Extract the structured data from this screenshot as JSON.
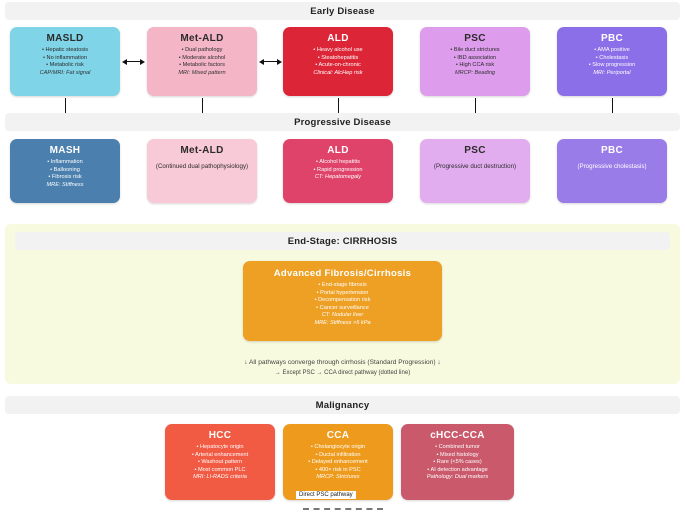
{
  "sections": {
    "early": "Early Disease",
    "progressive": "Progressive Disease",
    "cirrhosis": "End-Stage: CIRRHOSIS",
    "malignancy": "Malignancy"
  },
  "colors": {
    "band_bg": "#f2f2f2",
    "cirrhosis_panel_bg": "#f7fade",
    "masld": "#7fd4e8",
    "met_ald": "#f4b6c6",
    "ald": "#dc2638",
    "psc": "#dd9cec",
    "pbc": "#8b6fe8",
    "mash": "#4a7fae",
    "met_ald_prog": "#f8c9d6",
    "ald_prog": "#e0436a",
    "psc_prog": "#e2ade f",
    "pbc_prog": "#9a7ce8",
    "advanced_fibrosis": "#eda024",
    "hcc": "#f15a43",
    "cca": "#ee9a1c",
    "chcc_cca": "#c9596b"
  },
  "early_row": [
    {
      "id": "masld",
      "title": "MASLD",
      "bullets": [
        "• Hepatic steatosis",
        "• No inflammation",
        "• Metabolic risk"
      ],
      "note": "CAP/MRI: Fat signal",
      "text_tone": "dark"
    },
    {
      "id": "met-ald",
      "title": "Met-ALD",
      "bullets": [
        "• Dual pathology",
        "• Moderate alcohol",
        "• Metabolic factors"
      ],
      "note": "MRI: Mixed pattern",
      "text_tone": "dark"
    },
    {
      "id": "ald",
      "title": "ALD",
      "bullets": [
        "• Heavy alcohol use",
        "• Steatohepatitis",
        "• Acute-on-chronic"
      ],
      "note": "Clinical: AlcHep risk",
      "text_tone": "light"
    },
    {
      "id": "psc",
      "title": "PSC",
      "bullets": [
        "• Bile duct strictures",
        "• IBD association",
        "• High CCA risk"
      ],
      "note": "MRCP: Beading",
      "text_tone": "dark"
    },
    {
      "id": "pbc",
      "title": "PBC",
      "bullets": [
        "• AMA positive",
        "• Cholestasis",
        "• Slow progression"
      ],
      "note": "MRI: Periportal",
      "text_tone": "light"
    }
  ],
  "progressive_row": [
    {
      "id": "mash",
      "title": "MASH",
      "bullets": [
        "• Inflammation",
        "• Ballooning",
        "• Fibrosis risk"
      ],
      "note": "MRE: Stiffness",
      "sub": "",
      "text_tone": "light"
    },
    {
      "id": "met-ald-prog",
      "title": "Met-ALD",
      "bullets": [],
      "note": "",
      "sub": "(Continued dual pathophysiology)",
      "text_tone": "dark"
    },
    {
      "id": "ald-prog",
      "title": "ALD",
      "bullets": [
        "• Alcohol hepatitis",
        "• Rapid progression"
      ],
      "note": "CT: Hepatomegaly",
      "sub": "",
      "text_tone": "light"
    },
    {
      "id": "psc-prog",
      "title": "PSC",
      "bullets": [],
      "note": "",
      "sub": "(Progressive duct destruction)",
      "text_tone": "dark"
    },
    {
      "id": "pbc-prog",
      "title": "PBC",
      "bullets": [],
      "note": "",
      "sub": "(Progressive cholestasis)",
      "text_tone": "light"
    }
  ],
  "cirrhosis_box": {
    "title": "Advanced Fibrosis/Cirrhosis",
    "bullets": [
      "• End-stage fibrosis",
      "• Portal hypertension",
      "• Decompensation risk",
      "• Cancer surveillance"
    ],
    "notes": [
      "CT: Nodular liver",
      "MRE: Stiffness >5 kPa"
    ]
  },
  "converge": {
    "line1": "↓ All pathways converge through cirrhosis (Standard Progression) ↓",
    "line2": "→ Except PSC → CCA direct pathway (dotted line)"
  },
  "malignancy_row": [
    {
      "id": "hcc",
      "title": "HCC",
      "bullets": [
        "• Hepatocyte origin",
        "• Arterial enhancement",
        "• Washout pattern",
        "• Most common PLC"
      ],
      "note": "MRI: LI-RADS criteria",
      "text_tone": "light"
    },
    {
      "id": "cca",
      "title": "CCA",
      "bullets": [
        "• Cholangiocyte origin",
        "• Ductal infiltration",
        "• Delayed enhancement",
        "• 400× risk in PSC"
      ],
      "note": "MRCP: Strictures",
      "text_tone": "light"
    },
    {
      "id": "chcc-cca",
      "title": "cHCC-CCA",
      "bullets": [
        "• Combined tumor",
        "• Mixed histology",
        "• Rare (<5% cases)",
        "• AI detection advantage"
      ],
      "note": "Pathology: Dual markers",
      "text_tone": "light"
    }
  ],
  "pathway_label": "Direct PSC pathway"
}
